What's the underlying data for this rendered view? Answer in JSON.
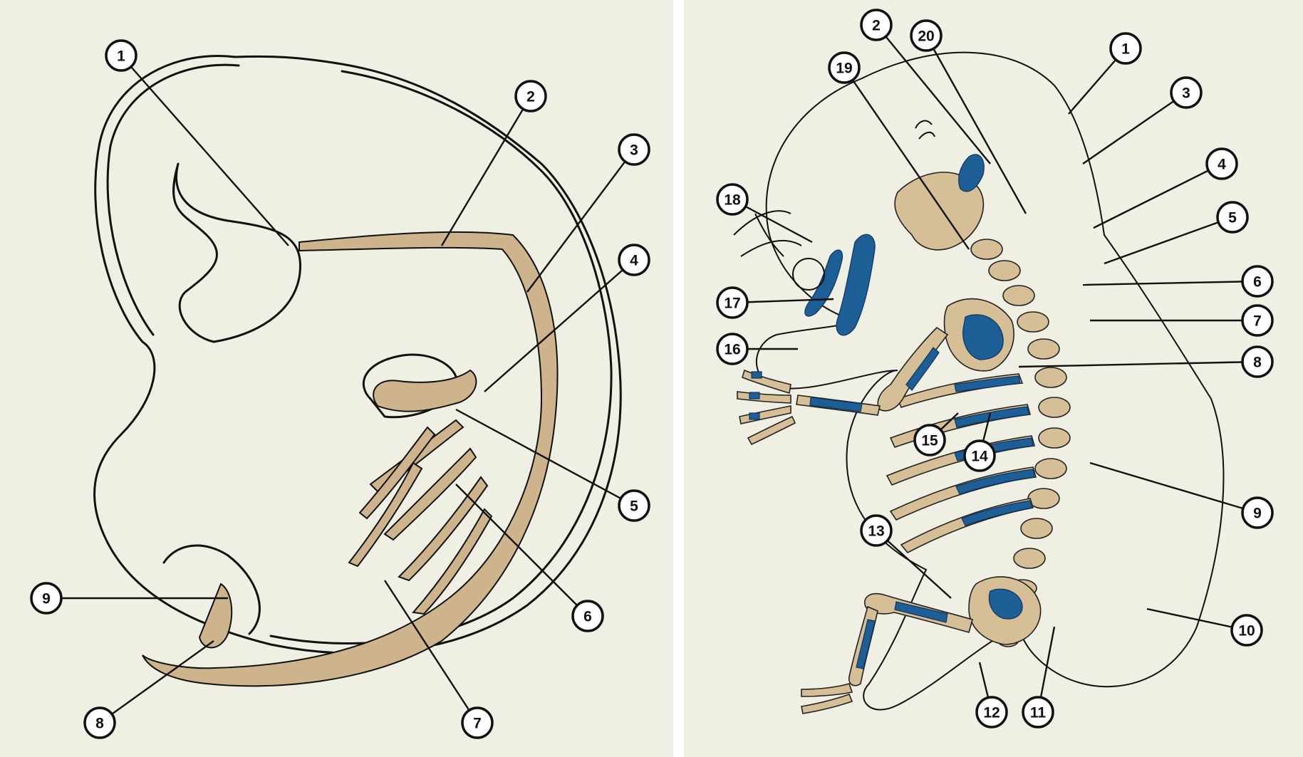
{
  "left_panel": {
    "markers": [
      {
        "num": "1"
      },
      {
        "num": "2"
      },
      {
        "num": "3"
      },
      {
        "num": "4"
      },
      {
        "num": "5"
      },
      {
        "num": "6"
      },
      {
        "num": "7"
      },
      {
        "num": "8"
      },
      {
        "num": "9"
      }
    ]
  },
  "right_panel": {
    "markers": [
      {
        "num": "1"
      },
      {
        "num": "2"
      },
      {
        "num": "3"
      },
      {
        "num": "4"
      },
      {
        "num": "5"
      },
      {
        "num": "6"
      },
      {
        "num": "7"
      },
      {
        "num": "8"
      },
      {
        "num": "9"
      },
      {
        "num": "10"
      },
      {
        "num": "11"
      },
      {
        "num": "12"
      },
      {
        "num": "13"
      },
      {
        "num": "14"
      },
      {
        "num": "15"
      },
      {
        "num": "16"
      },
      {
        "num": "17"
      },
      {
        "num": "18"
      },
      {
        "num": "19"
      },
      {
        "num": "20"
      }
    ]
  },
  "colors": {
    "background": "#efefe3",
    "cartilage": "#cdb48c",
    "ossification": "#1d5e96",
    "outline": "#111111"
  }
}
